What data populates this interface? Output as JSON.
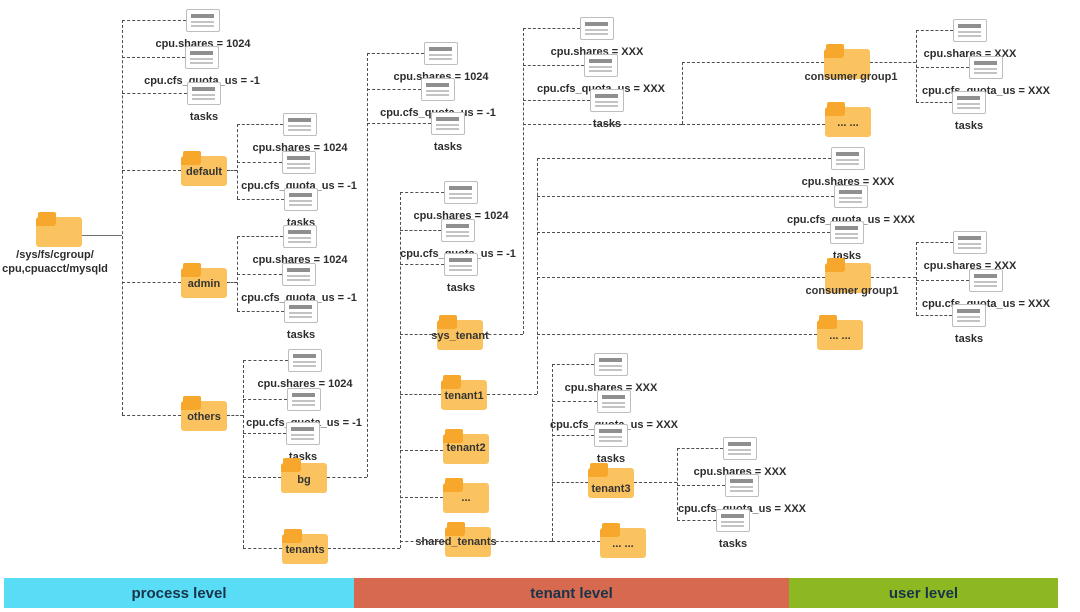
{
  "root": {
    "label_lines": [
      "/sys/fs/cgroup/",
      "cpu,cpuacct/mysqld"
    ]
  },
  "folders": [
    {
      "id": "default",
      "label": "default",
      "parent": "/sys/fs/cgroup/cpu,cpuacct/mysqld"
    },
    {
      "id": "admin",
      "label": "admin",
      "parent": "/sys/fs/cgroup/cpu,cpuacct/mysqld"
    },
    {
      "id": "others",
      "label": "others",
      "parent": "/sys/fs/cgroup/cpu,cpuacct/mysqld"
    },
    {
      "id": "bg",
      "label": "bg",
      "parent": "others"
    },
    {
      "id": "tenants",
      "label": "tenants",
      "parent": "others"
    },
    {
      "id": "sys_tenant",
      "label": "sys_tenant",
      "parent": "tenants"
    },
    {
      "id": "tenant1",
      "label": "tenant1",
      "parent": "tenants"
    },
    {
      "id": "tenant2",
      "label": "tenant2",
      "parent": "tenants"
    },
    {
      "id": "dots1",
      "label": "...",
      "parent": "tenants"
    },
    {
      "id": "shared_tenants",
      "label": "shared_tenants",
      "parent": "tenants"
    },
    {
      "id": "cg1a",
      "label": "consumer group1",
      "parent": "sys_tenant"
    },
    {
      "id": "dots_a",
      "label": "... ...",
      "parent": "sys_tenant"
    },
    {
      "id": "cg1b",
      "label": "consumer group1",
      "parent": "tenant1"
    },
    {
      "id": "dots_b",
      "label": "... ...",
      "parent": "tenant1"
    },
    {
      "id": "tenant3",
      "label": "tenant3",
      "parent": "shared_tenants"
    },
    {
      "id": "dots_c",
      "label": "... ...",
      "parent": "shared_tenants"
    }
  ],
  "files": [
    {
      "id": "root-shares",
      "label": "cpu.shares = 1024",
      "parent": "/sys/fs/cgroup/cpu,cpuacct/mysqld"
    },
    {
      "id": "root-quota",
      "label": "cpu.cfs_quota_us = -1",
      "parent": "/sys/fs/cgroup/cpu,cpuacct/mysqld"
    },
    {
      "id": "root-tasks",
      "label": "tasks",
      "parent": "/sys/fs/cgroup/cpu,cpuacct/mysqld"
    },
    {
      "id": "default-shares",
      "label": "cpu.shares = 1024",
      "parent": "default"
    },
    {
      "id": "default-quota",
      "label": "cpu.cfs_quota_us = -1",
      "parent": "default"
    },
    {
      "id": "default-tasks",
      "label": "tasks",
      "parent": "default"
    },
    {
      "id": "admin-shares",
      "label": "cpu.shares = 1024",
      "parent": "admin"
    },
    {
      "id": "admin-quota",
      "label": "cpu.cfs_quota_us = -1",
      "parent": "admin"
    },
    {
      "id": "admin-tasks",
      "label": "tasks",
      "parent": "admin"
    },
    {
      "id": "others-shares",
      "label": "cpu.shares = 1024",
      "parent": "others"
    },
    {
      "id": "others-quota",
      "label": "cpu.cfs_quota_us = -1",
      "parent": "others"
    },
    {
      "id": "others-tasks",
      "label": "tasks",
      "parent": "others"
    },
    {
      "id": "bg-shares",
      "label": "cpu.shares = 1024",
      "parent": "bg"
    },
    {
      "id": "bg-quota",
      "label": "cpu.cfs_quota_us = -1",
      "parent": "bg"
    },
    {
      "id": "bg-tasks",
      "label": "tasks",
      "parent": "bg"
    },
    {
      "id": "tenants-shares",
      "label": "cpu.shares = 1024",
      "parent": "tenants"
    },
    {
      "id": "tenants-quota",
      "label": "cpu.cfs_quota_us = -1",
      "parent": "tenants"
    },
    {
      "id": "tenants-tasks",
      "label": "tasks",
      "parent": "tenants"
    },
    {
      "id": "sys-shares",
      "label": "cpu.shares = XXX",
      "parent": "sys_tenant"
    },
    {
      "id": "sys-quota",
      "label": "cpu.cfs_quota_us = XXX",
      "parent": "sys_tenant"
    },
    {
      "id": "sys-tasks",
      "label": "tasks",
      "parent": "sys_tenant"
    },
    {
      "id": "cg1a-shares",
      "label": "cpu.shares = XXX",
      "parent": "consumer group1 (sys_tenant)"
    },
    {
      "id": "cg1a-quota",
      "label": "cpu.cfs_quota_us = XXX",
      "parent": "consumer group1 (sys_tenant)"
    },
    {
      "id": "cg1a-tasks",
      "label": "tasks",
      "parent": "consumer group1 (sys_tenant)"
    },
    {
      "id": "t1-shares",
      "label": "cpu.shares = XXX",
      "parent": "tenant1"
    },
    {
      "id": "t1-quota",
      "label": "cpu.cfs_quota_us = XXX",
      "parent": "tenant1"
    },
    {
      "id": "t1-tasks",
      "label": "tasks",
      "parent": "tenant1"
    },
    {
      "id": "cg1b-shares",
      "label": "cpu.shares = XXX",
      "parent": "consumer group1 (tenant1)"
    },
    {
      "id": "cg1b-quota",
      "label": "cpu.cfs_quota_us = XXX",
      "parent": "consumer group1 (tenant1)"
    },
    {
      "id": "cg1b-tasks",
      "label": "tasks",
      "parent": "consumer group1 (tenant1)"
    },
    {
      "id": "st-shares",
      "label": "cpu.shares = XXX",
      "parent": "shared_tenants"
    },
    {
      "id": "st-quota",
      "label": "cpu.cfs_quota_us = XXX",
      "parent": "shared_tenants"
    },
    {
      "id": "st-tasks",
      "label": "tasks",
      "parent": "shared_tenants"
    },
    {
      "id": "t3-shares",
      "label": "cpu.shares = XXX",
      "parent": "tenant3"
    },
    {
      "id": "t3-quota",
      "label": "cpu.cfs_quota_us = XXX",
      "parent": "tenant3"
    },
    {
      "id": "t3-tasks",
      "label": "tasks",
      "parent": "tenant3"
    }
  ],
  "legend": [
    {
      "id": "process",
      "label": "process level",
      "color": "#59DCF6"
    },
    {
      "id": "tenant",
      "label": "tenant level",
      "color": "#D7694F"
    },
    {
      "id": "user",
      "label": "user level",
      "color": "#8EB822"
    }
  ],
  "colors": {
    "folder_body": "#FAC360",
    "folder_tab": "#F6A72C",
    "connector": "#4f4f4f",
    "label_text": "#2d2d2d",
    "legend_text": "#17344a"
  }
}
